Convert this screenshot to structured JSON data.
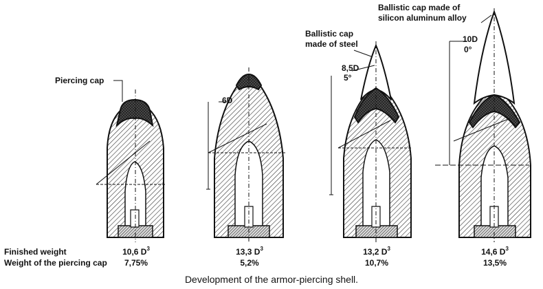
{
  "labels": {
    "piercing_cap": "Piercing cap",
    "ballistic_steel_l1": "Ballistic cap",
    "ballistic_steel_l2": "made of steel",
    "ballistic_alloy_l1": "Ballistic cap made of",
    "ballistic_alloy_l2": "silicon aluminum alloy"
  },
  "shells": [
    {
      "radius_label": "",
      "angle_label": "",
      "weight_base": "10,6 D",
      "weight_exp": "3",
      "cap_pct": "7,75%"
    },
    {
      "radius_label": "6D",
      "angle_label": "",
      "weight_base": "13,3 D",
      "weight_exp": "3",
      "cap_pct": "5,2%"
    },
    {
      "radius_label": "8,5D",
      "angle_label": "5°",
      "weight_base": "13,2 D",
      "weight_exp": "3",
      "cap_pct": "10,7%"
    },
    {
      "radius_label": "10D",
      "angle_label": "0°",
      "weight_base": "14,6 D",
      "weight_exp": "3",
      "cap_pct": "13,5%"
    }
  ],
  "rows": {
    "finished_weight": "Finished weight",
    "cap_weight": "Weight of the piercing cap"
  },
  "caption": "Development of the armor-piercing shell."
}
